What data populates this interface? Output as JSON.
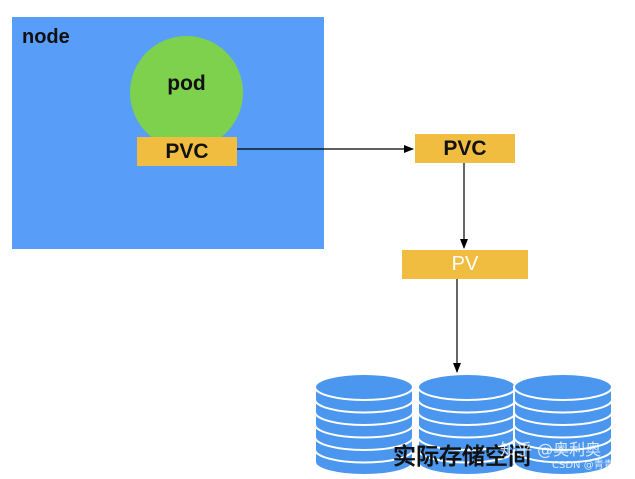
{
  "node": {
    "label": "node"
  },
  "pod": {
    "label": "pod"
  },
  "pvc_local": {
    "label": "PVC"
  },
  "pvc_remote": {
    "label": "PVC"
  },
  "pv": {
    "label": "PV"
  },
  "storage": {
    "label": "实际存储空间"
  },
  "watermark": {
    "text": "知乎 @奥利奥",
    "sub": "CSDN @青青"
  },
  "colors": {
    "node": "#589ef8",
    "pod": "#7ed14d",
    "tag": "#f0bd41",
    "disk": "#4b97ef",
    "disk_line": "#ffffff",
    "arrow": "#000000"
  }
}
